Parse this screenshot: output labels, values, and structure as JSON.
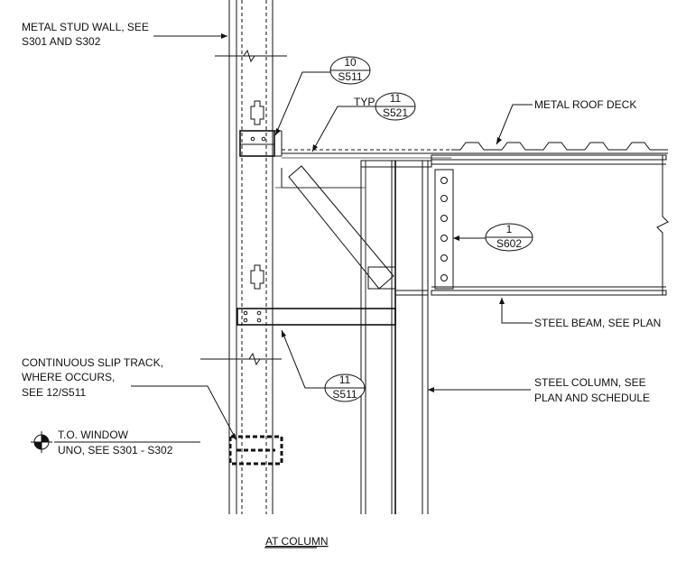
{
  "labels": {
    "metal_stud_wall_1": "METAL STUD WALL, SEE",
    "metal_stud_wall_2": "S301 AND S302",
    "typ": "TYP",
    "metal_roof_deck": "METAL ROOF DECK",
    "steel_beam": "STEEL BEAM, SEE PLAN",
    "slip_track_1": "CONTINUOUS SLIP TRACK,",
    "slip_track_2": "WHERE OCCURS,",
    "slip_track_3": "SEE 12/S511",
    "steel_column_1": "STEEL COLUMN, SEE",
    "steel_column_2": "PLAN AND SCHEDULE",
    "window_1": "T.O. WINDOW",
    "window_2": "UNO, SEE S301 - S302",
    "title": "AT COLUMN"
  },
  "callouts": [
    {
      "detail": "10",
      "sheet": "S511"
    },
    {
      "detail": "11",
      "sheet": "S521"
    },
    {
      "detail": "1",
      "sheet": "S602"
    },
    {
      "detail": "11",
      "sheet": "S511"
    }
  ]
}
